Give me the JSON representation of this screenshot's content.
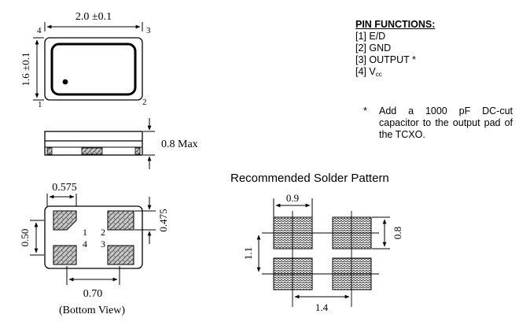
{
  "pin_functions": {
    "title": "PIN FUNCTIONS:",
    "items": [
      {
        "text": "[1] E/D"
      },
      {
        "text": "[2] GND"
      },
      {
        "text": "[3] OUTPUT *"
      },
      {
        "text": "[4] V",
        "sub": "cc"
      }
    ]
  },
  "note": {
    "marker": "*",
    "text": "Add a 1000 pF DC-cut capacitor to the output pad of the TCXO."
  },
  "top_view": {
    "width_dim": "2.0 ±0.1",
    "height_dim": "1.6 ±0.1",
    "pins": {
      "p1": "1",
      "p2": "2",
      "p3": "3",
      "p4": "4"
    }
  },
  "side_view": {
    "height_dim": "0.8 Max"
  },
  "bottom_view": {
    "caption": "(Bottom View)",
    "pad_width_dim": "0.575",
    "pad_height_dim": "0.475",
    "pad_pitch_y_dim": "0.50",
    "pad_pitch_x_dim": "0.70",
    "pins": {
      "p1": "1",
      "p2": "2",
      "p3": "3",
      "p4": "4"
    }
  },
  "solder_pattern": {
    "title": "Recommended Solder Pattern",
    "pad_width_dim": "0.9",
    "pad_height_dim": "0.8",
    "pitch_y_dim": "1.1",
    "pitch_x_dim": "1.4"
  }
}
